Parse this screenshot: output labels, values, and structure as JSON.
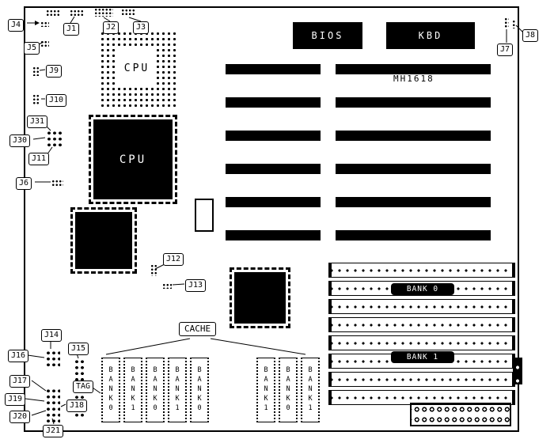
{
  "board": {
    "model": "MH1618"
  },
  "chips": {
    "cpu_socket_label": "CPU",
    "cpu_qfp_label": "CPU",
    "bios_label": "BIOS",
    "kbd_label": "KBD"
  },
  "callouts": {
    "cache": "CACHE",
    "tag": "TAG"
  },
  "memory": {
    "bank0_label": "BANK 0",
    "bank1_label": "BANK 1"
  },
  "cache_chips": {
    "left_group": [
      "BANK0",
      "BANK1",
      "BANK0",
      "BANK1",
      "BANK0"
    ],
    "right_group": [
      "BANK1",
      "BANK0",
      "BANK1"
    ]
  },
  "jumpers": {
    "j1": "J1",
    "j2": "J2",
    "j3": "J3",
    "j4": "J4",
    "j5": "J5",
    "j6": "J6",
    "j7": "J7",
    "j8": "J8",
    "j9": "J9",
    "j10": "J10",
    "j11": "J11",
    "j12": "J12",
    "j13": "J13",
    "j14": "J14",
    "j15": "J15",
    "j16": "J16",
    "j17": "J17",
    "j18": "J18",
    "j19": "J19",
    "j20": "J20",
    "j21": "J21",
    "j30": "J30",
    "j31": "J31"
  }
}
